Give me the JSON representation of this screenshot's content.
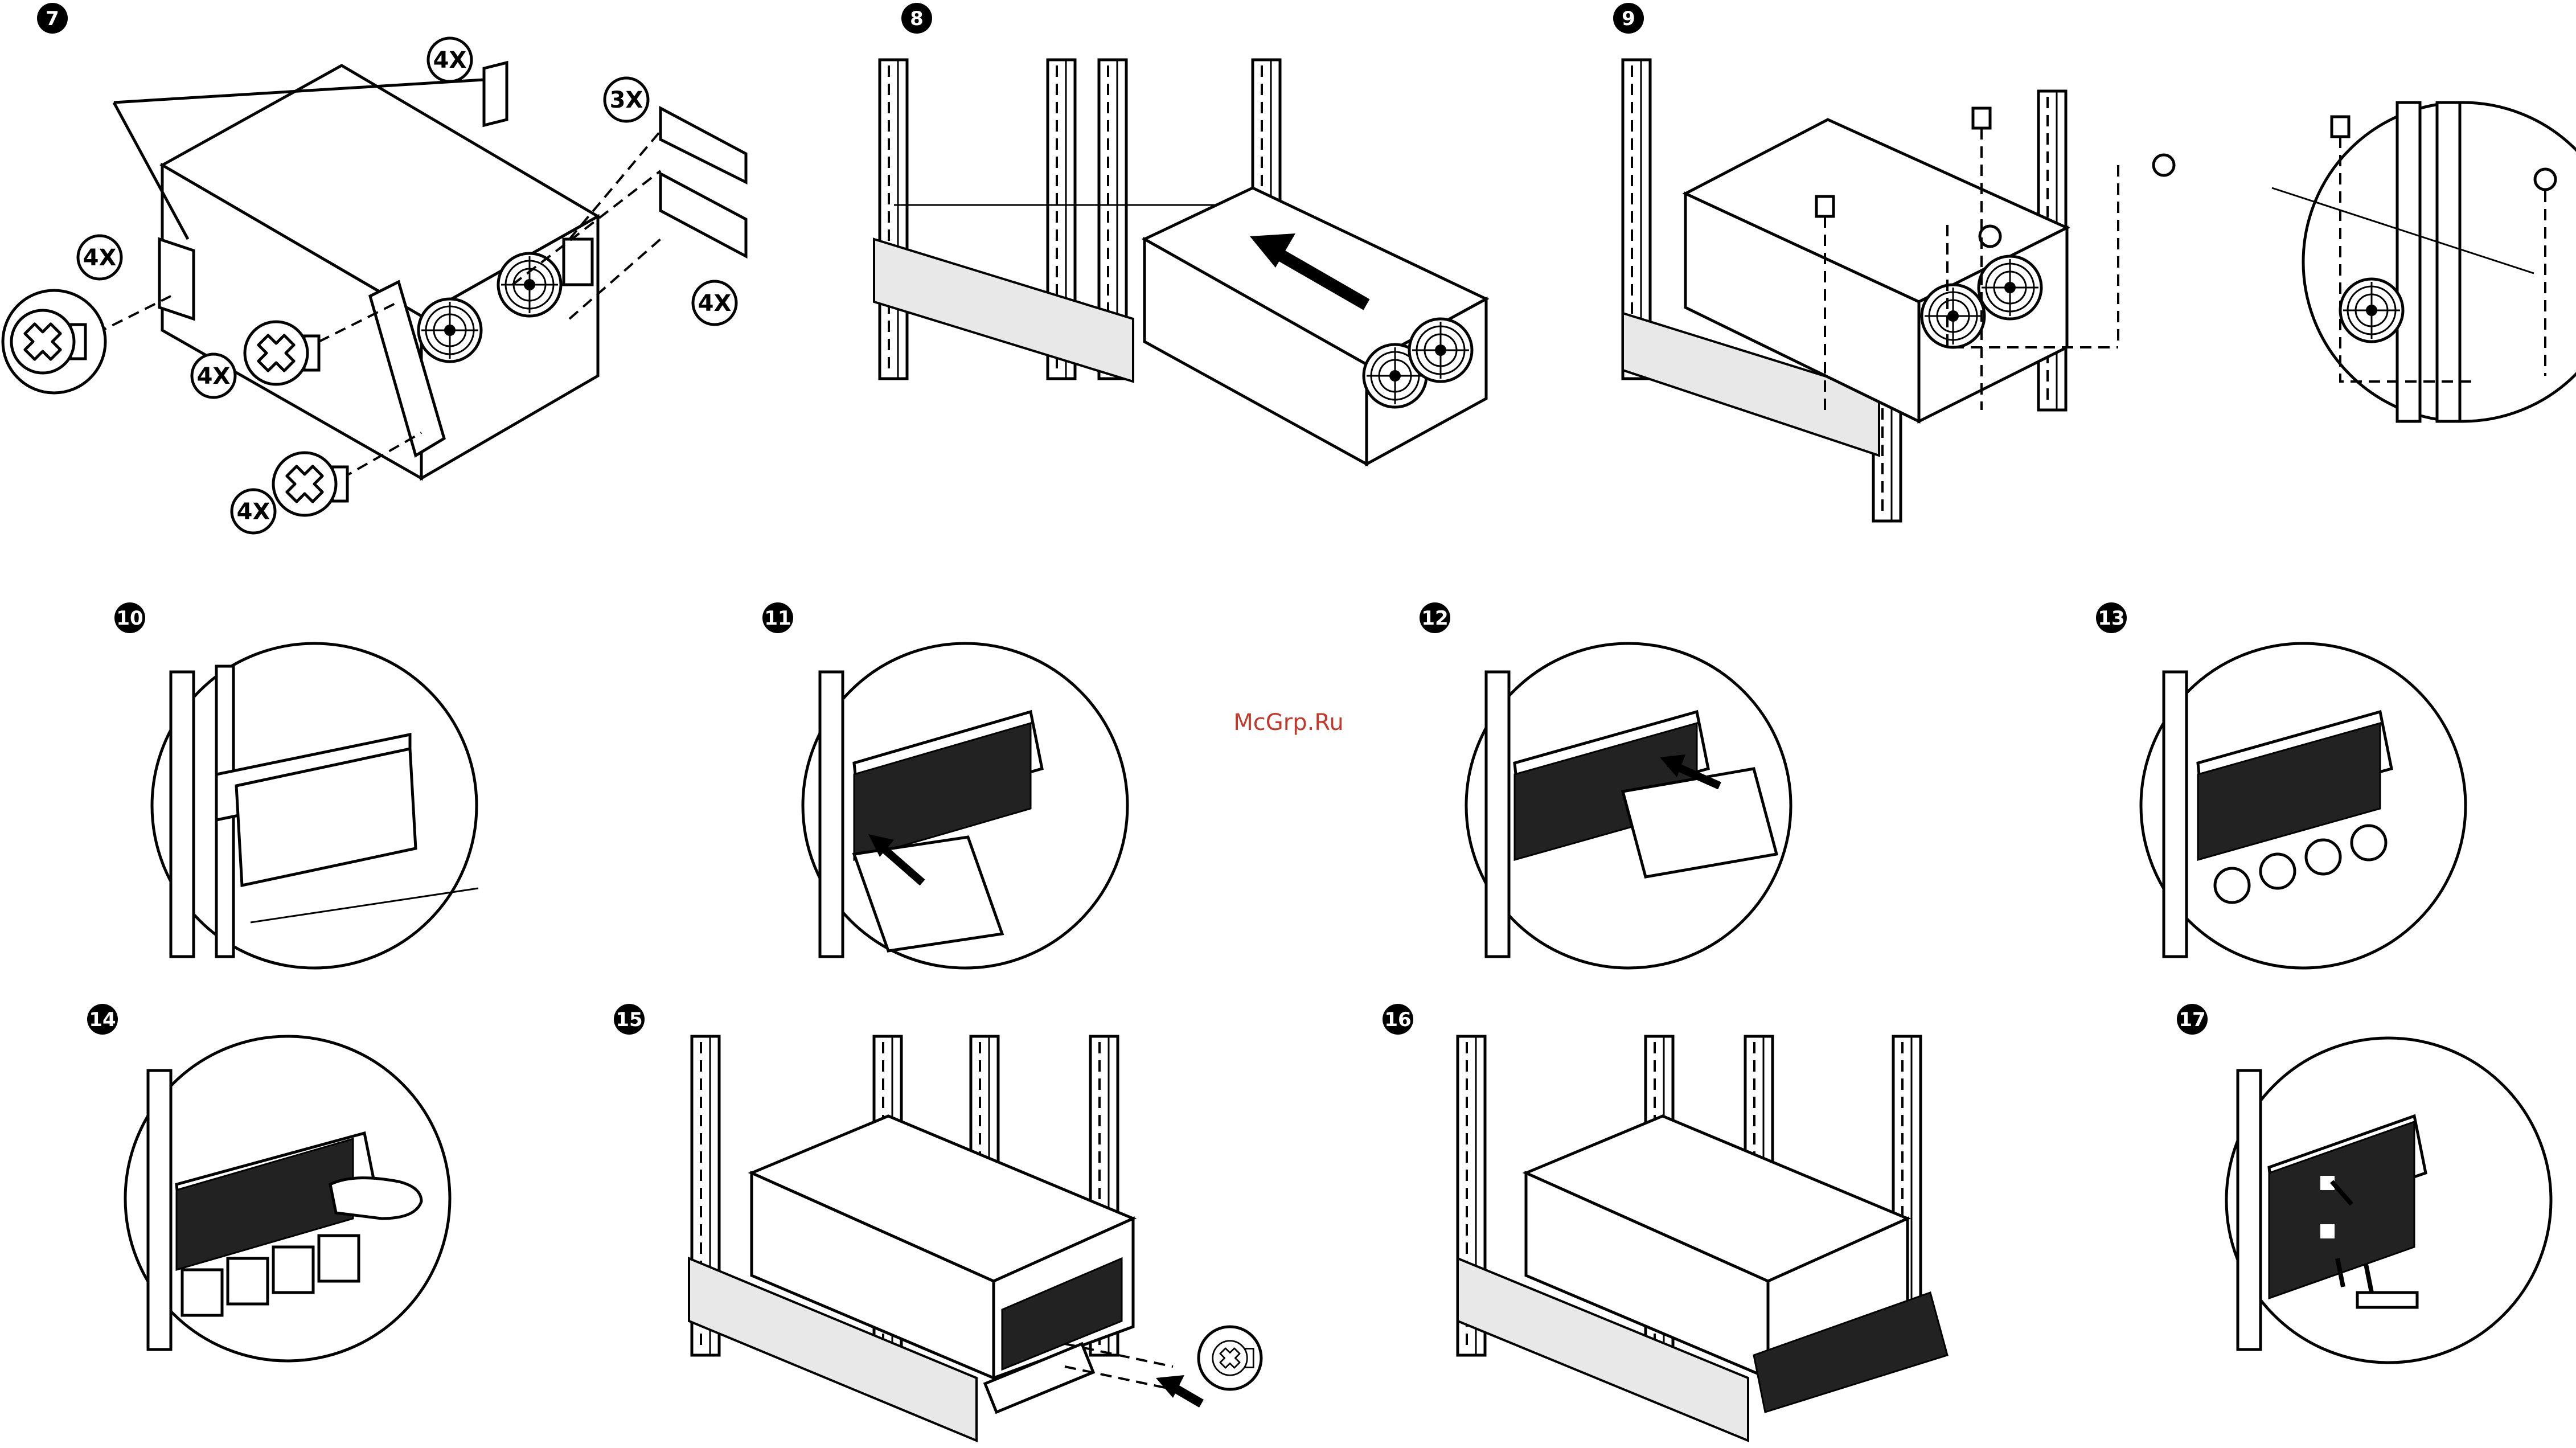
{
  "watermark": "McGrp.Ru",
  "steps": [
    {
      "number": "7"
    },
    {
      "number": "8"
    },
    {
      "number": "9"
    },
    {
      "number": "10"
    },
    {
      "number": "11"
    },
    {
      "number": "12"
    },
    {
      "number": "13"
    },
    {
      "number": "14"
    },
    {
      "number": "15"
    },
    {
      "number": "16"
    },
    {
      "number": "17"
    }
  ],
  "callouts": {
    "step7_ear_screws": "4X",
    "step7_bracket_screws": "3X",
    "step7_side_screws": "4X",
    "step7_bracket_right": "4X",
    "step7_front_screws": "4X",
    "step7_bottom_screws": "4X"
  }
}
